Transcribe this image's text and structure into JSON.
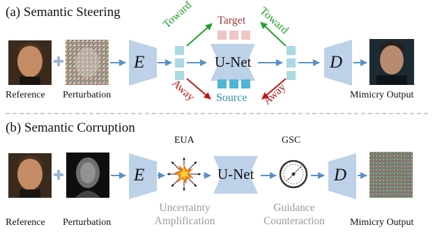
{
  "panel_a": {
    "title": "(a) Semantic Steering",
    "reference_label": "Reference",
    "perturbation_label": "Perturbation",
    "encoder_label": "E",
    "unet_label": "U-Net",
    "decoder_label": "D",
    "target_label": "Target",
    "source_label": "Source",
    "toward_label": "Toward",
    "away_label": "Away",
    "output_label": "Mimicry Output"
  },
  "panel_b": {
    "title": "(b) Semantic Corruption",
    "reference_label": "Reference",
    "perturbation_label": "Perturbation",
    "encoder_label": "E",
    "unet_label": "U-Net",
    "decoder_label": "D",
    "eua_label": "EUA",
    "gsc_label": "GSC",
    "eua_caption": [
      "Uncertainty",
      "Amplification"
    ],
    "gsc_caption": [
      "Guidance",
      "Counteraction"
    ],
    "output_label": "Mimicry Output"
  },
  "colors": {
    "block_fill": "#bdd1e8",
    "arrow": "#5b8fc9",
    "latent": "#a9d9e3",
    "target_squares": "#f1c4c4",
    "source_squares": "#4fb5d4",
    "toward": "#20a02c",
    "away": "#c01616",
    "divider": "#bbbbbb"
  },
  "icons": {
    "plus": "plus-icon",
    "eua": "starburst-icon",
    "gsc": "compass-icon"
  }
}
